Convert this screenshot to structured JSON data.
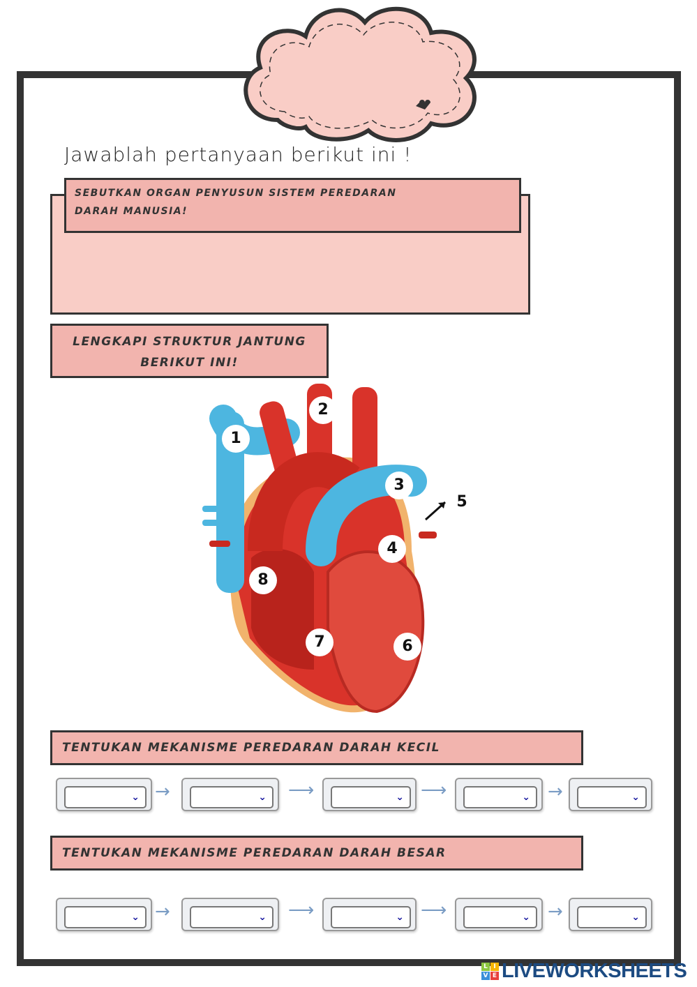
{
  "title": "Jawablah pertanyaan berikut ini !",
  "question1": {
    "label": "Sebutkan organ penyusun sistem peredaran darah manusia!",
    "answer": ""
  },
  "question2": {
    "label_line1": "Lengkapi struktur jantung",
    "label_line2": "berikut ini!",
    "markers": [
      "1",
      "2",
      "3",
      "4",
      "5",
      "6",
      "7",
      "8"
    ]
  },
  "question3": {
    "label": "Tentukan mekanisme peredaran darah kecil",
    "dropdowns": [
      "",
      "",
      "",
      "",
      ""
    ]
  },
  "question4": {
    "label": "Tentukan mekanisme peredaran darah besar",
    "dropdowns": [
      "",
      "",
      "",
      "",
      ""
    ]
  },
  "branding": {
    "logo_letters": [
      "L",
      "I",
      "V",
      "E"
    ],
    "name": "LIVEWORKSHEETS"
  },
  "colors": {
    "pink": "#f9cdc6",
    "header_pink": "#f2b4ae",
    "frame": "#333333",
    "brand": "#1c4b82"
  }
}
